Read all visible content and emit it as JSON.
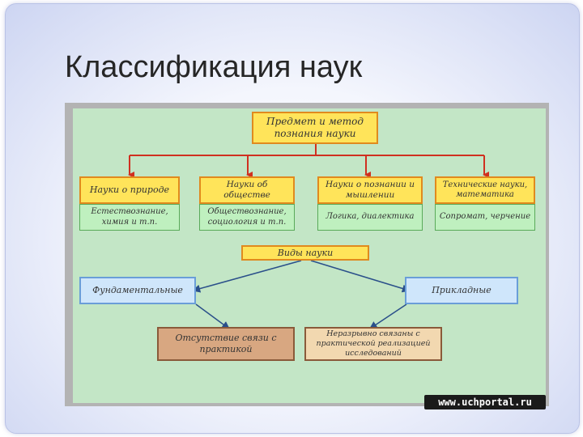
{
  "slide": {
    "title": "Классификация наук"
  },
  "diagram": {
    "top_box": "Предмет и метод познания науки",
    "categories": [
      {
        "title": "Науки о природе",
        "examples": "Естествознание, химия и т.п."
      },
      {
        "title": "Науки об обществе",
        "examples": "Обществознание, социология и т.п."
      },
      {
        "title": "Науки о познании и мышлении",
        "examples": "Логика, диалектика"
      },
      {
        "title": "Технические науки, математика",
        "examples": "Сопромат, черчение"
      }
    ],
    "types_box": "Виды науки",
    "types": [
      {
        "name": "Фундаментальные",
        "description": "Отсутствие связи с практикой"
      },
      {
        "name": "Прикладные",
        "description": "Неразрывно связаны с практической реализацией исследований"
      }
    ]
  },
  "watermark": "www.uchportal.ru",
  "colors": {
    "accent_border": "#e08a1e",
    "box_yellow": "#ffe45a",
    "panel_green": "#c3e6c6"
  }
}
